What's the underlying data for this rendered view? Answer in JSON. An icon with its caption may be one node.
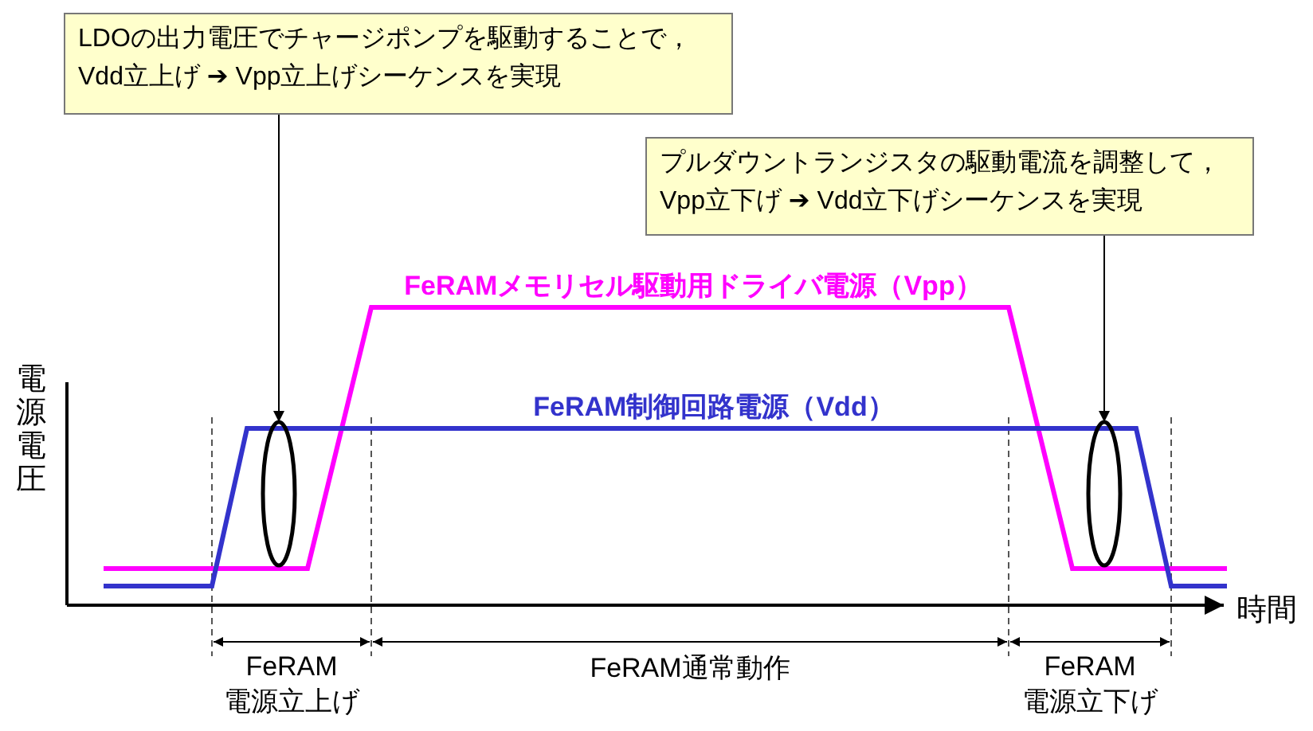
{
  "diagram": {
    "nodes": [
      {
        "text": [
          "LDOの出力電圧でチャージポンプを駆動することで，Vdd立上げ ➔ Vpp立上げシーケンスを実現"
        ]
      },
      {
        "text": [
          "プルダウントランジスタの駆動電流を調整して，Vpp立下げ ➔ Vdd立下げシーケンスを実現"
        ]
      },
      {
        "text": [],
        "shape": "circle"
      },
      {
        "text": [],
        "shape": "circle"
      }
    ],
    "edges": [
      {
        "from": 0,
        "to": 2,
        "arrow": "to"
      },
      {
        "from": 1,
        "to": 3,
        "arrow": "to"
      }
    ],
    "labels": [
      "FeRAMメモリセル駆動用ドライバ電源（Vpp）",
      "FeRAM制御回路電源（Vdd）",
      "電源電圧",
      "時間",
      "FeRAM 電源立上げ",
      "FeRAM通常動作",
      "FeRAM 電源立下げ"
    ]
  }
}
